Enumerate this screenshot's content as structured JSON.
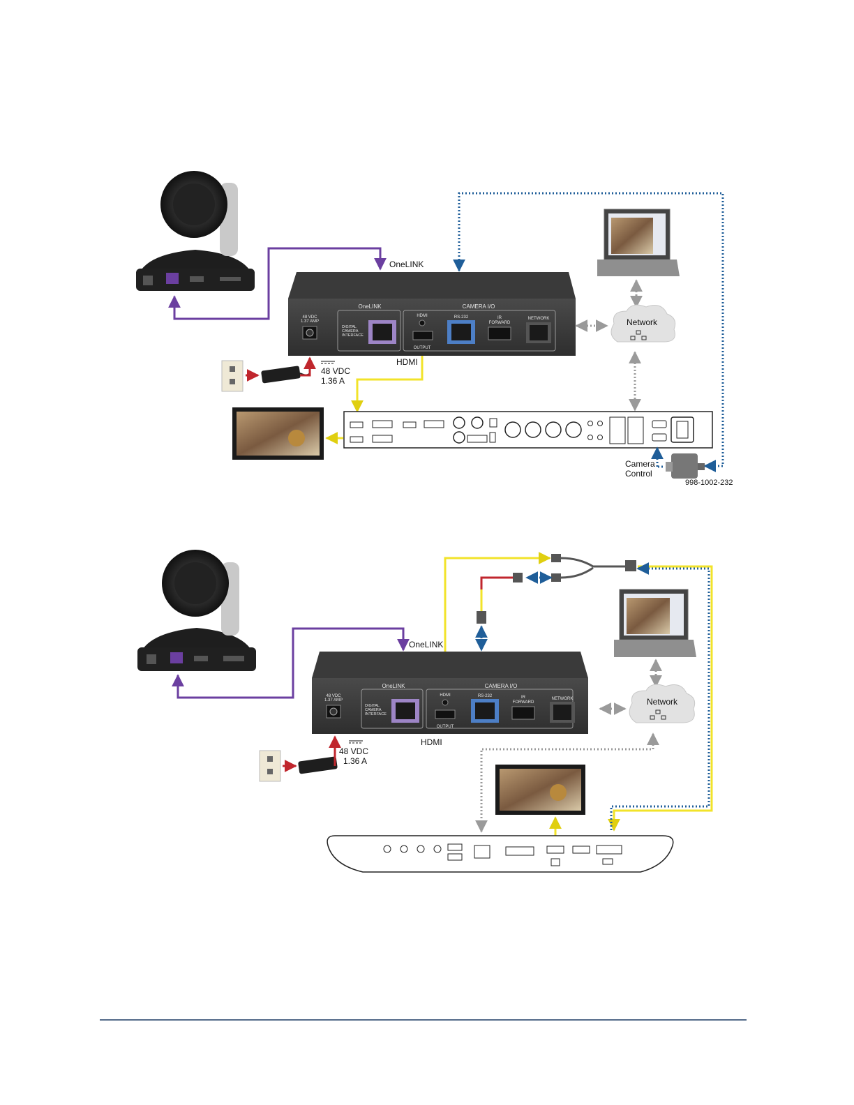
{
  "diagram1": {
    "onelink_cable_label": "OneLINK",
    "hdmi_cable_label": "HDMI",
    "power_voltage": "48 VDC",
    "power_current": "1.36 A",
    "network_label": "Network",
    "camera_control_label": "Camera Control",
    "camera_control_line1": "Camera",
    "camera_control_line2": "Control",
    "adapter_part_number": "998-1002-232",
    "interface": {
      "dc_in_line1": "48 VDC",
      "dc_in_line2": "1.37 AMP",
      "onelink_header": "OneLINK",
      "onelink_port_line1": "DIGITAL",
      "onelink_port_line2": "CAMERA",
      "onelink_port_line3": "INTERFACE",
      "camera_io_header": "CAMERA I/O",
      "hdmi_port": "HDMI",
      "hdmi_output": "OUTPUT",
      "rs232_port": "RS-232",
      "ir_forward_line1": "IR",
      "ir_forward_line2": "FORWARD",
      "network_port": "NETWORK"
    }
  },
  "diagram2": {
    "onelink_cable_label": "OneLINK",
    "hdmi_cable_label": "HDMI",
    "power_voltage": "48 VDC",
    "power_current": "1.36 A",
    "network_label": "Network",
    "interface": {
      "dc_in_line1": "48 VDC",
      "dc_in_line2": "1.37 AMP",
      "onelink_header": "OneLINK",
      "onelink_port_line1": "DIGITAL",
      "onelink_port_line2": "CAMERA",
      "onelink_port_line3": "INTERFACE",
      "camera_io_header": "CAMERA I/O",
      "hdmi_port": "HDMI",
      "hdmi_output": "OUTPUT",
      "rs232_port": "RS-232",
      "ir_forward_line1": "IR",
      "ir_forward_line2": "FORWARD",
      "network_port": "NETWORK"
    }
  },
  "colors": {
    "onelink": "#6b3fa0",
    "hdmi": "#f2e32a",
    "power": "#c0262d",
    "control": "#1f5e99",
    "network": "#9a9a9a",
    "rule": "#1c3a63"
  },
  "icons": [
    "ptz-camera-icon",
    "power-outlet-icon",
    "power-supply-icon",
    "laptop-icon",
    "network-cloud-icon",
    "monitor-icon",
    "serial-adapter-icon",
    "codec-icon"
  ]
}
